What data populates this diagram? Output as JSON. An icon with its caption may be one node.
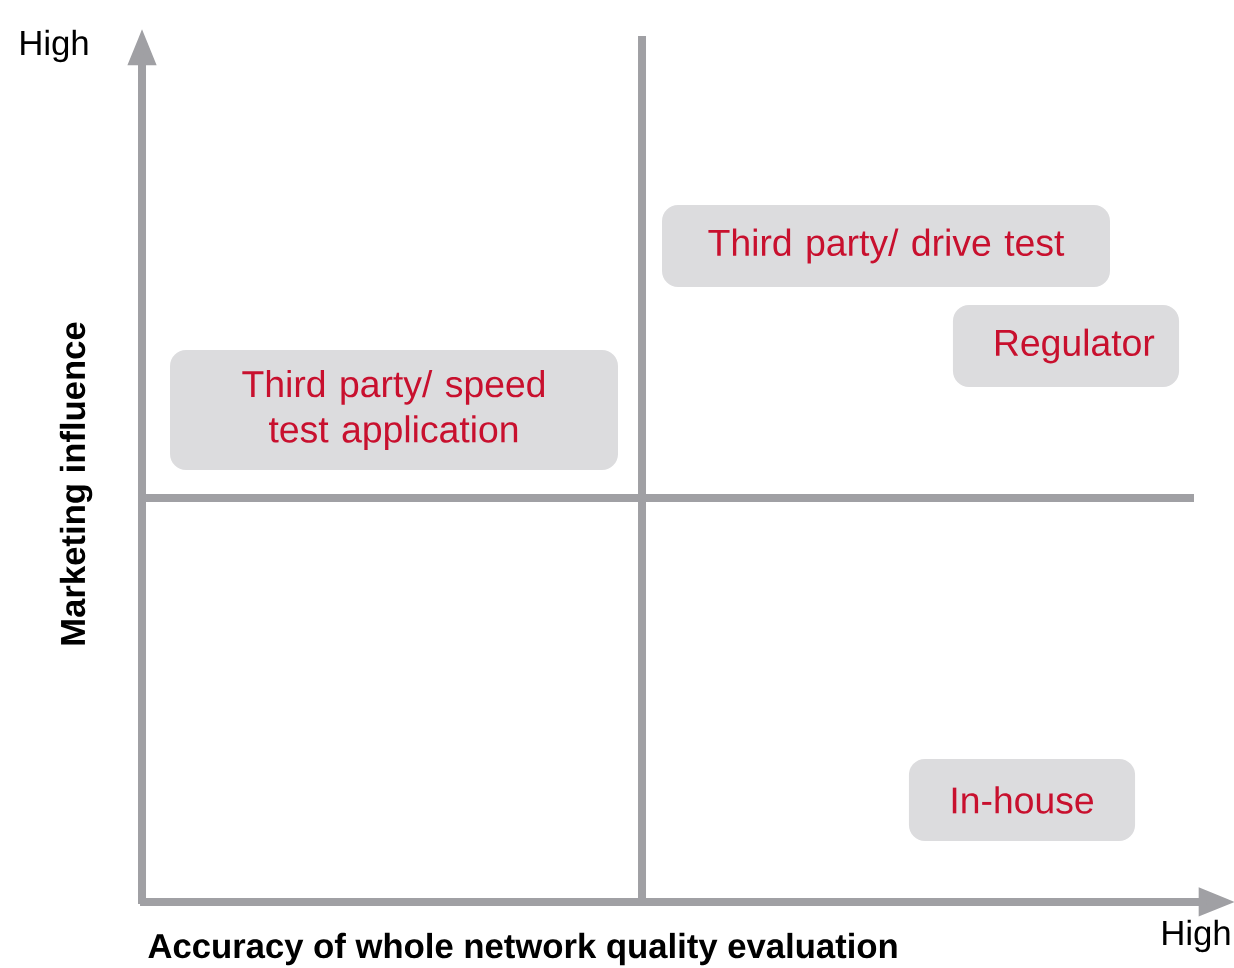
{
  "diagram": {
    "nodes": [
      {
        "text": [
          "Third party/ speed test application"
        ]
      },
      {
        "text": [
          "Third party/ drive test"
        ]
      },
      {
        "text": [
          "Regulator"
        ]
      },
      {
        "text": [
          "In-house"
        ]
      }
    ],
    "labels": [
      "High",
      "Marketing influence",
      "Accuracy of whole network quality evaluation",
      "High"
    ]
  }
}
